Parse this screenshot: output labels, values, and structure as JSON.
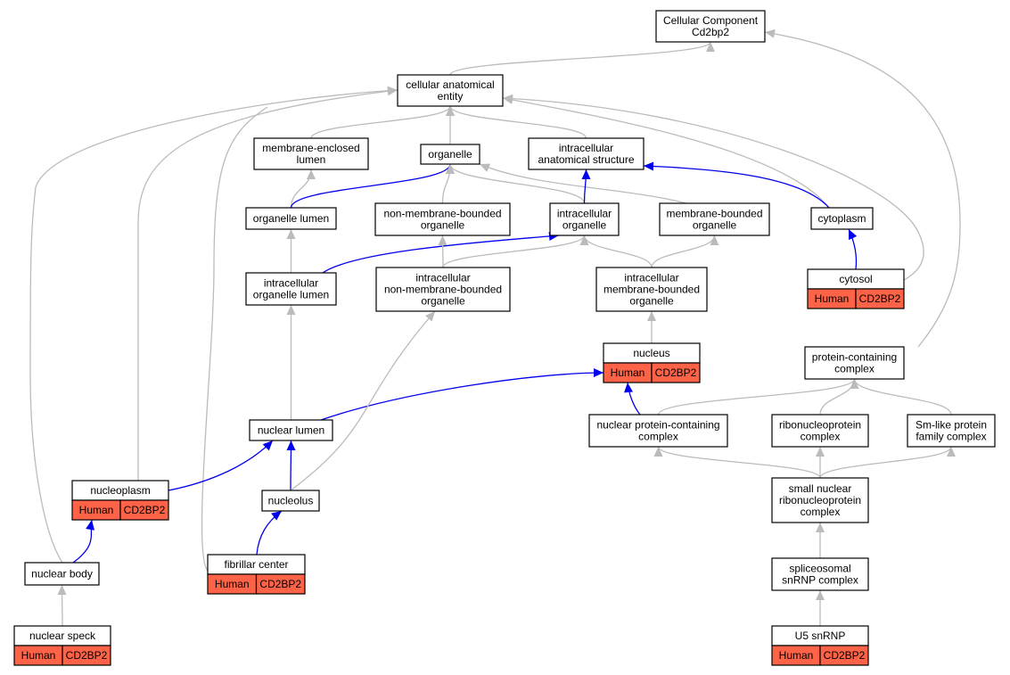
{
  "colors": {
    "is_a_edge": "#bbbbbb",
    "part_of_edge": "#0000ee",
    "annotation_fill": "#ff6347",
    "box_fill": "#ffffff",
    "box_stroke": "#000000"
  },
  "nodes": {
    "cc_root": {
      "lines": [
        "Cellular Component",
        "Cd2bp2"
      ]
    },
    "cae": {
      "lines": [
        "cellular anatomical",
        "entity"
      ]
    },
    "mel": {
      "lines": [
        "membrane-enclosed",
        "lumen"
      ]
    },
    "org": {
      "lines": [
        "organelle"
      ]
    },
    "ias": {
      "lines": [
        "intracellular",
        "anatomical structure"
      ]
    },
    "orgl": {
      "lines": [
        "organelle lumen"
      ]
    },
    "nmbo": {
      "lines": [
        "non-membrane-bounded",
        "organelle"
      ]
    },
    "io": {
      "lines": [
        "intracellular",
        "organelle"
      ]
    },
    "mbo": {
      "lines": [
        "membrane-bounded",
        "organelle"
      ]
    },
    "cyto": {
      "lines": [
        "cytoplasm"
      ]
    },
    "iol": {
      "lines": [
        "intracellular",
        "organelle lumen"
      ]
    },
    "inmbo": {
      "lines": [
        "intracellular",
        "non-membrane-bounded",
        "organelle"
      ]
    },
    "imbo": {
      "lines": [
        "intracellular",
        "membrane-bounded",
        "organelle"
      ]
    },
    "cytosol": {
      "lines": [
        "cytosol"
      ],
      "annotation": [
        "Human",
        "CD2BP2"
      ]
    },
    "nucleus": {
      "lines": [
        "nucleus"
      ],
      "annotation": [
        "Human",
        "CD2BP2"
      ]
    },
    "pcc": {
      "lines": [
        "protein-containing",
        "complex"
      ]
    },
    "nlumen": {
      "lines": [
        "nuclear lumen"
      ]
    },
    "npcc": {
      "lines": [
        "nuclear protein-containing",
        "complex"
      ]
    },
    "rnp": {
      "lines": [
        "ribonucleoprotein",
        "complex"
      ]
    },
    "sm": {
      "lines": [
        "Sm-like protein",
        "family complex"
      ]
    },
    "nplasm": {
      "lines": [
        "nucleoplasm"
      ],
      "annotation": [
        "Human",
        "CD2BP2"
      ]
    },
    "nucleolus": {
      "lines": [
        "nucleolus"
      ]
    },
    "snrnp": {
      "lines": [
        "small nuclear",
        "ribonucleoprotein",
        "complex"
      ]
    },
    "nbody": {
      "lines": [
        "nuclear body"
      ]
    },
    "fc": {
      "lines": [
        "fibrillar center"
      ],
      "annotation": [
        "Human",
        "CD2BP2"
      ]
    },
    "ssnrnp": {
      "lines": [
        "spliceosomal",
        "snRNP complex"
      ]
    },
    "nspeck": {
      "lines": [
        "nuclear speck"
      ],
      "annotation": [
        "Human",
        "CD2BP2"
      ]
    },
    "u5": {
      "lines": [
        "U5 snRNP"
      ],
      "annotation": [
        "Human",
        "CD2BP2"
      ]
    }
  },
  "edges": [
    {
      "from": "cae",
      "to": "cc_root",
      "relation": "is_a"
    },
    {
      "from": "pcc",
      "to": "cc_root",
      "relation": "is_a"
    },
    {
      "from": "mel",
      "to": "cae",
      "relation": "is_a"
    },
    {
      "from": "org",
      "to": "cae",
      "relation": "is_a"
    },
    {
      "from": "ias",
      "to": "cae",
      "relation": "is_a"
    },
    {
      "from": "cyto",
      "to": "cae",
      "relation": "is_a"
    },
    {
      "from": "cytosol",
      "to": "cae",
      "relation": "is_a"
    },
    {
      "from": "nbody",
      "to": "cae",
      "relation": "is_a"
    },
    {
      "from": "nplasm",
      "to": "cae",
      "relation": "is_a"
    },
    {
      "from": "fc",
      "to": "cae",
      "relation": "is_a"
    },
    {
      "from": "orgl",
      "to": "mel",
      "relation": "is_a"
    },
    {
      "from": "orgl",
      "to": "org",
      "relation": "part_of"
    },
    {
      "from": "nmbo",
      "to": "org",
      "relation": "is_a"
    },
    {
      "from": "io",
      "to": "org",
      "relation": "is_a"
    },
    {
      "from": "mbo",
      "to": "org",
      "relation": "is_a"
    },
    {
      "from": "io",
      "to": "ias",
      "relation": "part_of"
    },
    {
      "from": "cyto",
      "to": "ias",
      "relation": "part_of"
    },
    {
      "from": "iol",
      "to": "orgl",
      "relation": "is_a"
    },
    {
      "from": "iol",
      "to": "io",
      "relation": "part_of"
    },
    {
      "from": "inmbo",
      "to": "nmbo",
      "relation": "is_a"
    },
    {
      "from": "inmbo",
      "to": "io",
      "relation": "is_a"
    },
    {
      "from": "imbo",
      "to": "mbo",
      "relation": "is_a"
    },
    {
      "from": "imbo",
      "to": "io",
      "relation": "is_a"
    },
    {
      "from": "cytosol",
      "to": "cyto",
      "relation": "part_of"
    },
    {
      "from": "nucleus",
      "to": "imbo",
      "relation": "is_a"
    },
    {
      "from": "nlumen",
      "to": "iol",
      "relation": "is_a"
    },
    {
      "from": "nlumen",
      "to": "nucleus",
      "relation": "part_of"
    },
    {
      "from": "npcc",
      "to": "nucleus",
      "relation": "part_of"
    },
    {
      "from": "npcc",
      "to": "pcc",
      "relation": "is_a"
    },
    {
      "from": "rnp",
      "to": "pcc",
      "relation": "is_a"
    },
    {
      "from": "sm",
      "to": "pcc",
      "relation": "is_a"
    },
    {
      "from": "nplasm",
      "to": "nlumen",
      "relation": "part_of"
    },
    {
      "from": "nucleolus",
      "to": "nlumen",
      "relation": "part_of"
    },
    {
      "from": "nucleolus",
      "to": "inmbo",
      "relation": "is_a"
    },
    {
      "from": "snrnp",
      "to": "npcc",
      "relation": "is_a"
    },
    {
      "from": "snrnp",
      "to": "rnp",
      "relation": "is_a"
    },
    {
      "from": "snrnp",
      "to": "sm",
      "relation": "is_a"
    },
    {
      "from": "nbody",
      "to": "nplasm",
      "relation": "part_of"
    },
    {
      "from": "fc",
      "to": "nucleolus",
      "relation": "part_of"
    },
    {
      "from": "ssnrnp",
      "to": "snrnp",
      "relation": "is_a"
    },
    {
      "from": "nspeck",
      "to": "nbody",
      "relation": "is_a"
    },
    {
      "from": "u5",
      "to": "ssnrnp",
      "relation": "is_a"
    }
  ]
}
